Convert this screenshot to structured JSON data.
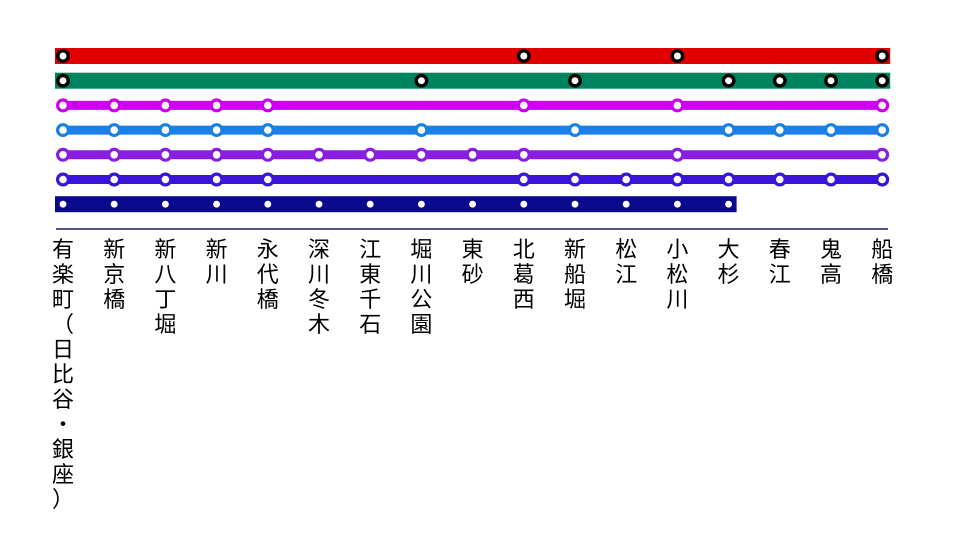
{
  "colors": {
    "background": "#ffffff",
    "divider": "#1a1a66"
  },
  "stations": [
    {
      "id": "yurakucho",
      "label": "有楽町（日比谷・銀座）"
    },
    {
      "id": "shin-kyobashi",
      "label": "新京橋"
    },
    {
      "id": "shin-hatchobori",
      "label": "新八丁堀"
    },
    {
      "id": "shinkawa",
      "label": "新川"
    },
    {
      "id": "eitaibashi",
      "label": "永代橋"
    },
    {
      "id": "fukagawa-fuyuki",
      "label": "深川冬木"
    },
    {
      "id": "koto-sengoku",
      "label": "江東千石"
    },
    {
      "id": "horikawa-koen",
      "label": "堀川公園"
    },
    {
      "id": "higashisuna",
      "label": "東砂"
    },
    {
      "id": "kita-kasai",
      "label": "北葛西"
    },
    {
      "id": "shin-funabori",
      "label": "新船堀"
    },
    {
      "id": "matsue",
      "label": "松江"
    },
    {
      "id": "komatsugawa",
      "label": "小松川"
    },
    {
      "id": "osugi",
      "label": "大杉"
    },
    {
      "id": "harue",
      "label": "春江"
    },
    {
      "id": "onitaka",
      "label": "鬼高"
    },
    {
      "id": "funabashi",
      "label": "船橋"
    }
  ],
  "lines": [
    {
      "id": "line-red",
      "color": "#e00000",
      "thick": true,
      "end": 16,
      "stops": [
        0,
        9,
        12,
        16
      ]
    },
    {
      "id": "line-green",
      "color": "#00835f",
      "thick": true,
      "end": 16,
      "stops": [
        0,
        7,
        10,
        13,
        14,
        15,
        16
      ]
    },
    {
      "id": "line-magenta",
      "color": "#cc00ee",
      "thick": false,
      "end": 16,
      "stops": [
        0,
        1,
        2,
        3,
        4,
        9,
        12,
        16
      ]
    },
    {
      "id": "line-skyblue",
      "color": "#1a7fe6",
      "thick": false,
      "end": 16,
      "stops": [
        0,
        1,
        2,
        3,
        4,
        7,
        10,
        13,
        14,
        15,
        16
      ]
    },
    {
      "id": "line-violet",
      "color": "#8a1ee0",
      "thick": false,
      "end": 16,
      "stops": [
        0,
        1,
        2,
        3,
        4,
        5,
        6,
        7,
        8,
        9,
        12,
        16
      ]
    },
    {
      "id": "line-indigo",
      "color": "#3a14d8",
      "thick": false,
      "end": 16,
      "stops": [
        0,
        1,
        2,
        3,
        4,
        9,
        10,
        11,
        12,
        13,
        14,
        15,
        16
      ]
    },
    {
      "id": "line-navy",
      "color": "#0a0a8c",
      "thick": true,
      "end": 13,
      "stops": [
        0,
        1,
        2,
        3,
        4,
        5,
        6,
        7,
        8,
        9,
        10,
        11,
        12,
        13
      ]
    }
  ]
}
